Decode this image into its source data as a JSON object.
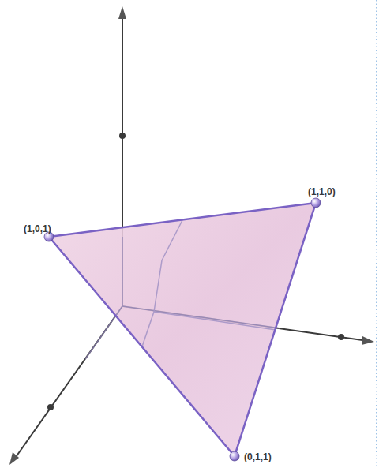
{
  "diagram": {
    "labels": [
      "(1,0,1)",
      "(1,1,0)",
      "(0,1,1)"
    ]
  }
}
